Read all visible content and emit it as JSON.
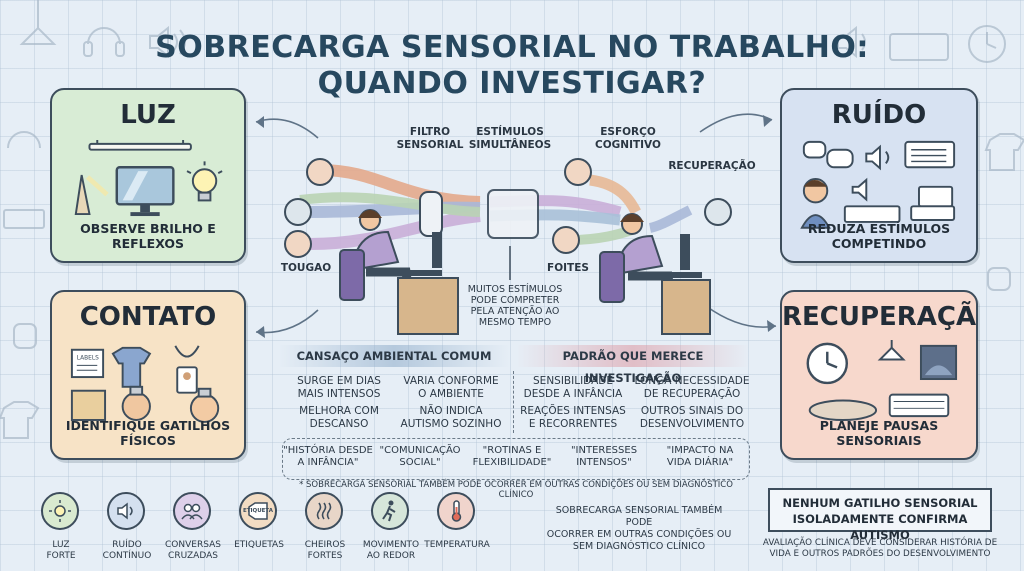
{
  "title": {
    "line1": "SOBRECARGA SENSORIAL NO TRABALHO:",
    "line2": "QUANDO INVESTIGAR?"
  },
  "cards": {
    "luz": {
      "title": "LUZ",
      "caption": "OBSERVE BRILHO E REFLEXOS"
    },
    "ruido": {
      "title": "RUÍDO",
      "caption": "REDUZA ESTÍMULOS COMPETINDO"
    },
    "contato": {
      "title": "CONTATO",
      "caption": "IDENTIFIQUE GATILHOS FÍSICOS",
      "tag_text": "LABELS"
    },
    "recuperacao": {
      "title": "RECUPERAÇÃO",
      "caption": "PLANEJE PAUSAS SENSORIAIS"
    }
  },
  "diagram": {
    "filtro": "FILTRO\nSENSORIAL",
    "estimulos": "ESTÍMULOS\nSIMULTÂNEOS",
    "esforco": "ESFORÇO\nCOGNITIVO",
    "recuperacao": "RECUPERAÇÃO",
    "tougao": "TOUGAO",
    "foites": "FOITES",
    "muitos": "MUITOS ESTÍMULOS\nPODE COMPRETER\nPELA ATENÇÃO AO\nMESMO TEMPO"
  },
  "comparison": {
    "left_header": "CANSAÇO AMBIENTAL COMUM",
    "right_header": "PADRÃO QUE MERECE INVESTIGAÇÃO",
    "left_cells": [
      "SURGE EM DIAS\nMAIS INTENSOS",
      "VARIA CONFORME\nO AMBIENTE",
      "MELHORA COM\nDESCANSO",
      "NÃO INDICA\nAUTISMO SOZINHO"
    ],
    "right_cells": [
      "SENSIBILIDADE\nDESDE A INFÂNCIA",
      "LONGA NECESSIDADE\nDE RECUPERAÇÃO",
      "REAÇÕES INTENSAS\nE RECORRENTES",
      "OUTROS SINAIS DO\nDESENVOLVIMENTO"
    ]
  },
  "quotes": [
    "\"HISTÓRIA DESDE\nA INFÂNCIA\"",
    "\"COMUNICAÇÃO\nSOCIAL\"",
    "\"ROTINAS E\nFLEXIBILIDADE\"",
    "\"INTERESSES\nINTENSOS\"",
    "\"IMPACTO NA\nVIDA DIÁRIA\""
  ],
  "footnote": "* SOBRECARGA SENSORIAL TAMBÉM PODE OCORRER EM OUTRAS CONDIÇÕES OU SEM DIAGNÓSTICO CLÍNICO",
  "bottom_icons": [
    {
      "label": "LUZ\nFORTE",
      "icon": "sun-icon",
      "color": "#d9ead0"
    },
    {
      "label": "RUÍDO\nCONTÍNUO",
      "icon": "speaker-icon",
      "color": "#d4e0ef"
    },
    {
      "label": "CONVERSAS\nCRUZADAS",
      "icon": "people-icon",
      "color": "#ded0ea"
    },
    {
      "label": "ETIQUETAS",
      "icon": "tag-icon",
      "color": "#f2dcc3",
      "tag_text": "ETIQUETA"
    },
    {
      "label": "CHEIROS\nFORTES",
      "icon": "smell-icon",
      "color": "#e8d6c8"
    },
    {
      "label": "MOVIMENTO\nAO REDOR",
      "icon": "walking-icon",
      "color": "#d6e6da"
    },
    {
      "label": "TEMPERATURA",
      "icon": "thermometer-icon",
      "color": "#f0d4cc"
    }
  ],
  "mid_note": "SOBRECARGA SENSORIAL TAMBÉM PODE\nOCORRER EM OUTRAS CONDIÇÕES OU\nSEM DIAGNÓSTICO CLÍNICO",
  "callout": {
    "text": "NENHUM GATILHO SENSORIAL\nISOLADAMENTE CONFIRMA AUTISMO",
    "note": "AVALIAÇÃO CLÍNICA DEVE CONSIDERAR HISTÓRIA DE\nVIDA E OUTROS PADRÕES DO DESENVOLVIMENTO"
  }
}
